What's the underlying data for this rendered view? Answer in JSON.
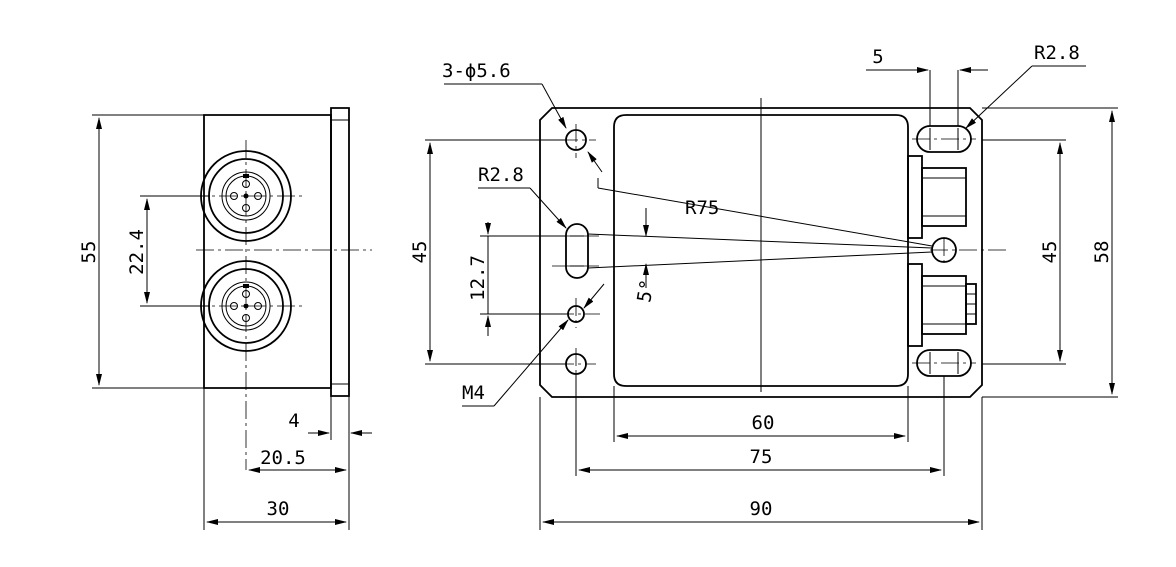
{
  "drawing": {
    "dimensions": {
      "side_height": "55",
      "connector_spacing": "22.4",
      "flange_thickness": "4",
      "connector_offset": "20.5",
      "side_width": "30",
      "front_hole_spacing_v": "45",
      "slot_offset": "12.7",
      "hole_callout": "3-ϕ5.6",
      "slot_radius_left": "R2.8",
      "arc_radius": "R75",
      "angle": "5°",
      "tapped_hole": "M4",
      "slot_width_top": "5",
      "slot_radius_right": "R2.8",
      "right_spacing_v": "45",
      "front_height": "58",
      "inner_width": "60",
      "hole_spacing_h": "75",
      "front_width": "90"
    }
  }
}
